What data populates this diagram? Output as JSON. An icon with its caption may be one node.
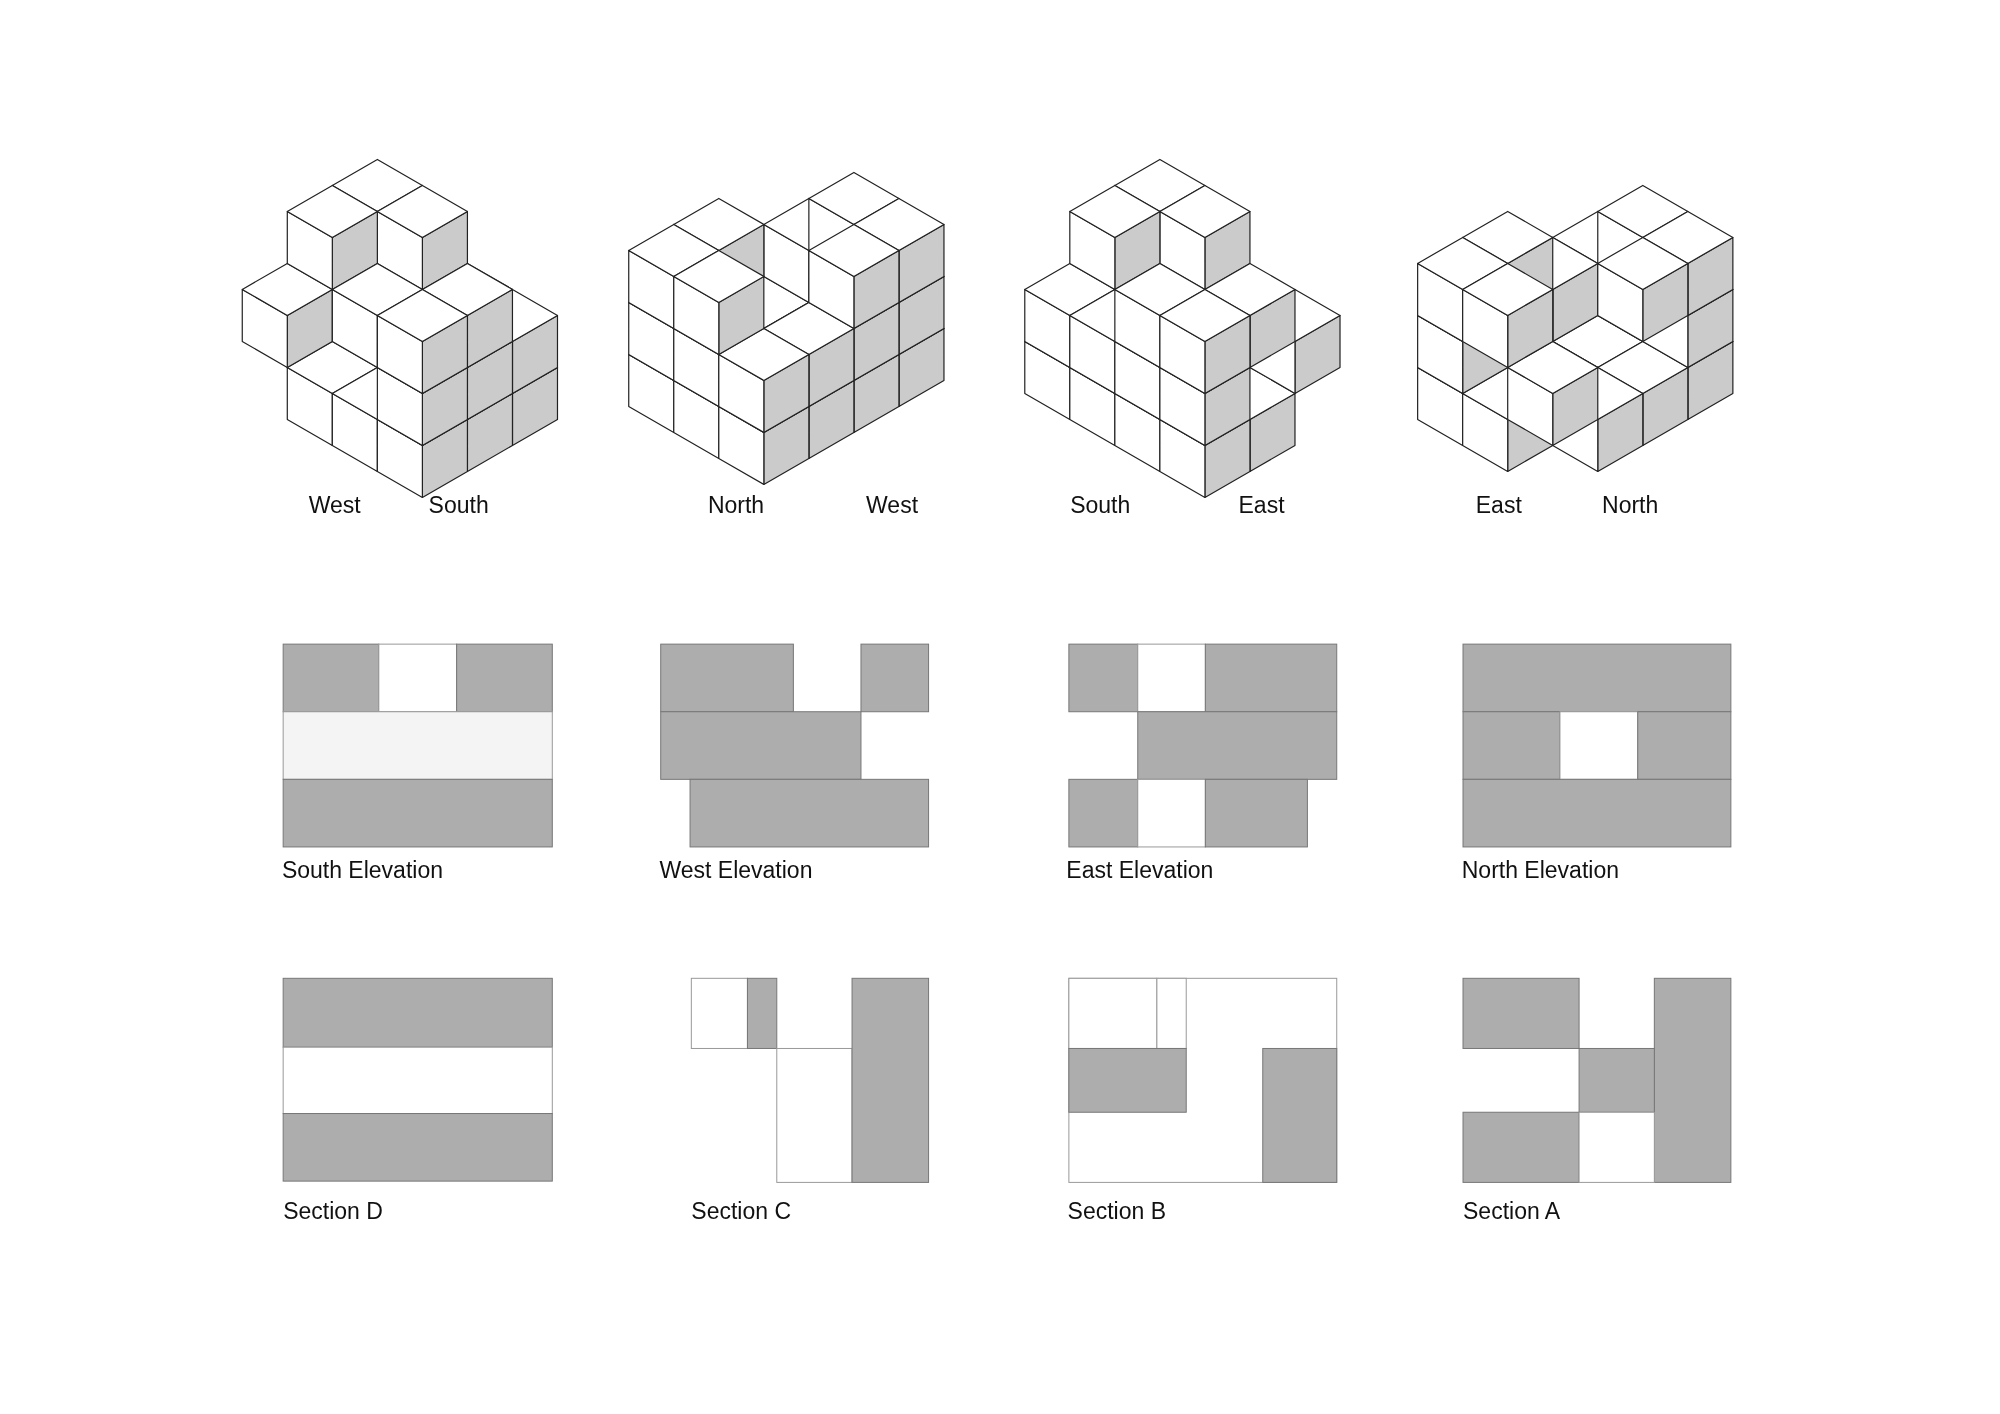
{
  "diagram": {
    "labels": [
      "West",
      "South",
      "North",
      "West",
      "South",
      "East",
      "East",
      "North",
      "South Elevation",
      "West Elevation",
      "East Elevation",
      "North Elevation",
      "Section D",
      "Section C",
      "Section B",
      "Section A"
    ]
  }
}
